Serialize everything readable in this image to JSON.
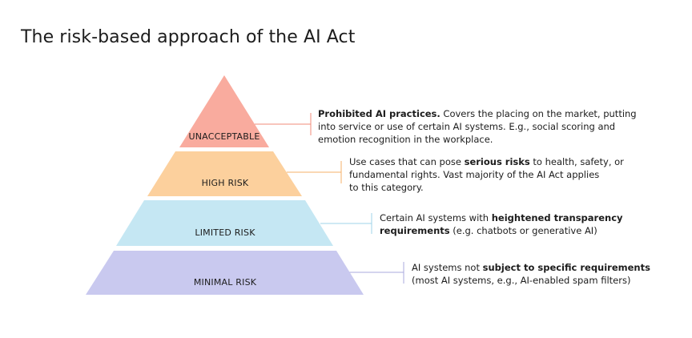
{
  "title": "The risk-based approach of the AI Act",
  "tiers": [
    {
      "label": "UNACCEPTABLE",
      "color": "#f9ab9e",
      "accent": "#f28b7a",
      "desc": {
        "line1_bold": "Prohibited AI practices.",
        "line1_rest": " Covers the placing on the market, putting",
        "line2": "into service or use of certain AI systems. E.g., social scoring and",
        "line3": "emotion recognition in the workplace."
      }
    },
    {
      "label": "HIGH RISK",
      "color": "#fcd09d",
      "accent": "#f5b06a",
      "desc": {
        "line1_pre": "Use cases that can pose ",
        "line1_bold": "serious risks",
        "line1_post": " to health, safety, or",
        "line2": "fundamental rights. Vast majority of the AI Act applies",
        "line3": "to this category."
      }
    },
    {
      "label": "LIMITED RISK",
      "color": "#c5e7f3",
      "accent": "#9fd3e8",
      "desc": {
        "line1_pre": "Certain AI systems with ",
        "line1_bold": "heightened transparency",
        "line2_bold": "requirements",
        "line2_post": " (e.g. chatbots or generative AI)"
      }
    },
    {
      "label": "MINIMAL RISK",
      "color": "#c9c9ef",
      "accent": "#a9a9de",
      "desc": {
        "line1_pre": "AI systems not ",
        "line1_bold": "subject to specific requirements",
        "line2": "(most AI systems, e.g., AI-enabled spam filters)"
      }
    }
  ]
}
